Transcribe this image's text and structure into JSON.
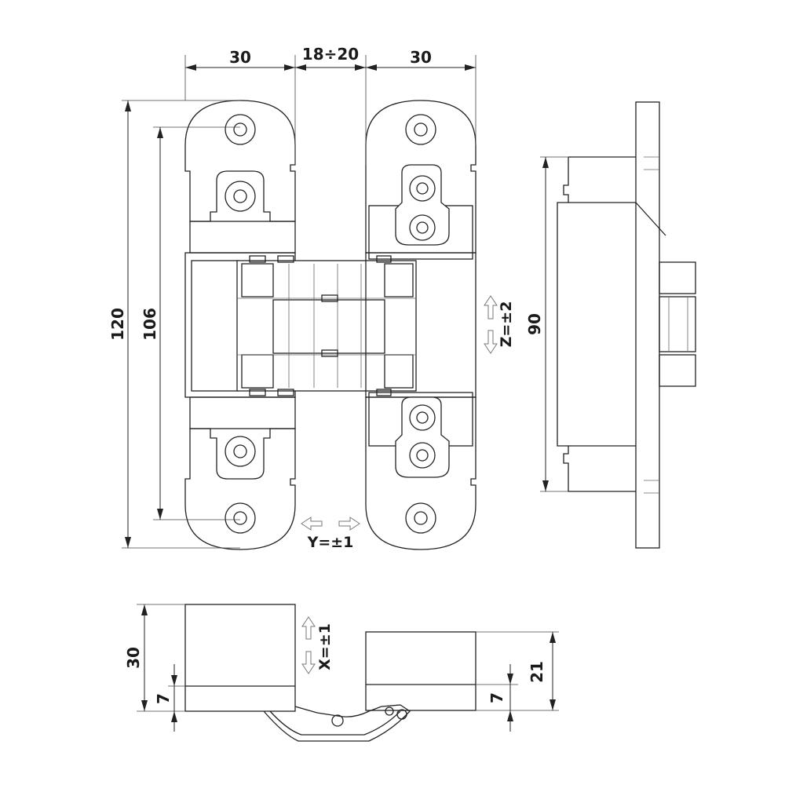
{
  "dimensions": {
    "left_plate_width": "30",
    "gap": "18÷20",
    "right_plate_width": "30",
    "overall_height": "120",
    "hole_spacing": "106",
    "side_height": "90",
    "depth_30": "30",
    "depth_7_left": "7",
    "depth_21": "21",
    "depth_7_right": "7"
  },
  "adjustments": {
    "y": "Y=±1",
    "z": "Z=±2",
    "x": "X=±1"
  },
  "colors": {
    "line": "#222222",
    "arrow_outline": "#777777"
  }
}
